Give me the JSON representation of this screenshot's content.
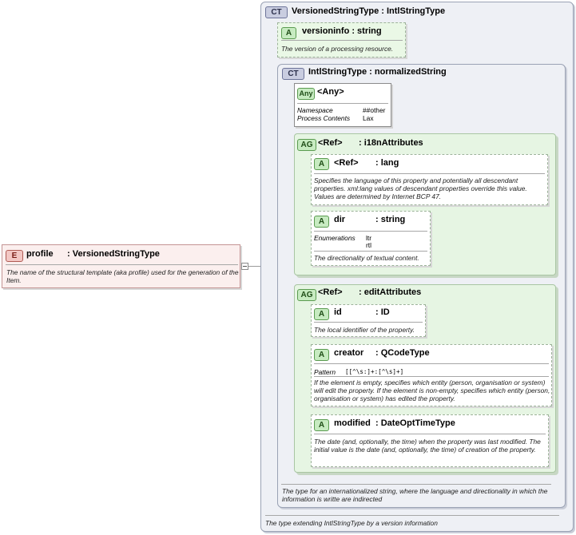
{
  "profile": {
    "kind": "E",
    "name": "profile",
    "type": ": VersionedStringType",
    "description": "The name of the structural template (aka profile) used for the generation of the Item."
  },
  "versioned": {
    "kind": "CT",
    "title": "VersionedStringType : IntlStringType",
    "description": "The type extending IntlStringType by a version information"
  },
  "versioninfo": {
    "kind": "A",
    "title": "versioninfo : string",
    "description": "The version of a processing resource."
  },
  "intl": {
    "kind": "CT",
    "title": "IntlStringType : normalizedString",
    "description": "The type for an internationalized string, where the language and directionality in which the information is writte are indirected"
  },
  "any": {
    "kind": "Any",
    "title": "<Any>",
    "namespace_label": "Namespace",
    "namespace_value": "##other",
    "process_label": "Process Contents",
    "process_value": "Lax"
  },
  "i18n": {
    "kind": "AG",
    "ref": "<Ref>",
    "name": ": i18nAttributes",
    "lang": {
      "kind": "A",
      "ref": "<Ref>",
      "name": ": lang",
      "description": "Specifies the language of this property and potentially all descendant properties. xml:lang values of descendant properties override this value. Values are determined by Internet BCP 47."
    },
    "dir": {
      "kind": "A",
      "name": "dir",
      "type": ": string",
      "enum_label": "Enumerations",
      "enum_values": [
        "ltr",
        "rtl"
      ],
      "description": "The directionality of textual content."
    }
  },
  "edit": {
    "kind": "AG",
    "ref": "<Ref>",
    "name": ": editAttributes",
    "id": {
      "kind": "A",
      "name": "id",
      "type": ": ID",
      "description": "The local identifier of the property."
    },
    "creator": {
      "kind": "A",
      "name": "creator",
      "type": ": QCodeType",
      "pattern_label": "Pattern",
      "pattern_value": "[[^\\s:]+:[^\\s]+]",
      "description": "If the element is empty, specifies which entity (person, organisation or system) will edit the property. If the element is non-empty, specifies which entity (person, organisation or system) has edited the property."
    },
    "modified": {
      "kind": "A",
      "name": "modified",
      "type": ": DateOptTimeType",
      "description": "The date (and, optionally, the time) when the property was last modified. The initial value is the date (and, optionally, the time) of creation of the property."
    }
  },
  "colors": {
    "complex_type": "#eef0f5",
    "attribute_group": "#e6f5e3",
    "element": "#fbefee",
    "connector": "#9a9a9a"
  }
}
